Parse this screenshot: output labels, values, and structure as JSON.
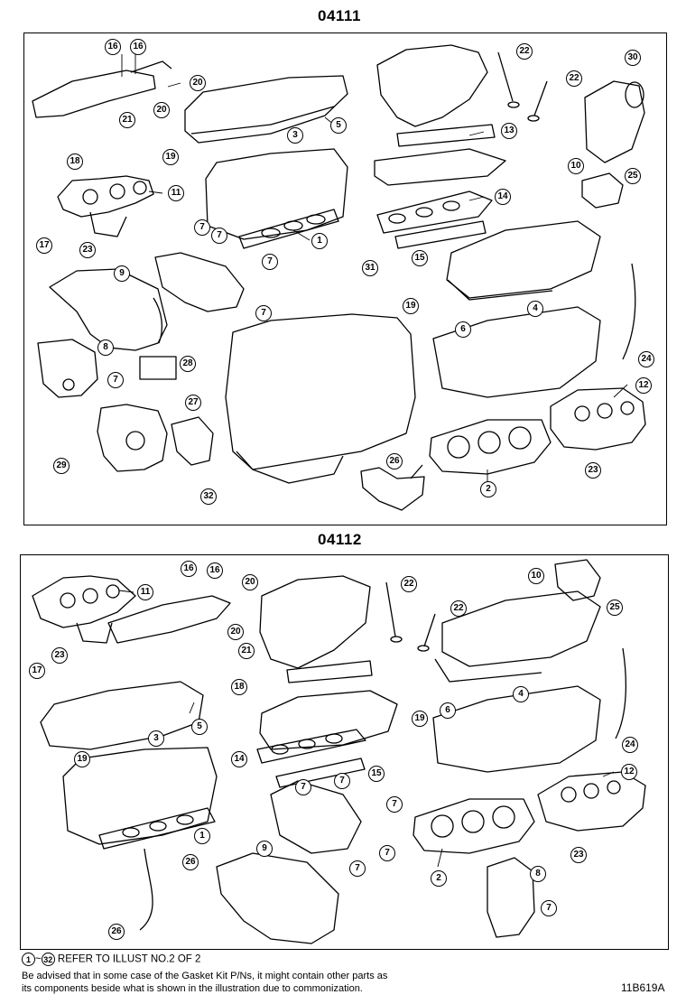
{
  "diagram": {
    "kits": [
      {
        "part_number": "04111"
      },
      {
        "part_number": "04112"
      }
    ],
    "callouts_top": [
      "16",
      "16",
      "20",
      "20",
      "21",
      "18",
      "19",
      "3",
      "5",
      "11",
      "17",
      "23",
      "7",
      "7",
      "1",
      "9",
      "7",
      "7",
      "31",
      "8",
      "7",
      "28",
      "27",
      "29",
      "32",
      "22",
      "22",
      "30",
      "13",
      "10",
      "25",
      "14",
      "15",
      "19",
      "4",
      "6",
      "24",
      "12",
      "26",
      "2",
      "23"
    ],
    "callouts_bottom": [
      "16",
      "16",
      "20",
      "20",
      "11",
      "17",
      "23",
      "21",
      "18",
      "5",
      "3",
      "19",
      "1",
      "26",
      "26",
      "22",
      "22",
      "10",
      "25",
      "14",
      "15",
      "19",
      "4",
      "6",
      "24",
      "12",
      "7",
      "7",
      "7",
      "7",
      "2",
      "9",
      "7",
      "23",
      "8",
      "7"
    ],
    "reference_note": {
      "from": "1",
      "to": "32",
      "separator": "~",
      "text": "REFER TO ILLUST NO.2 OF 2"
    },
    "advisory_lines": [
      "Be advised that in some case of the Gasket Kit P/Ns,  it might contain other parts as",
      "its components beside what is shown in the illustration due to commonization."
    ],
    "illustration_code": "11B619A"
  }
}
